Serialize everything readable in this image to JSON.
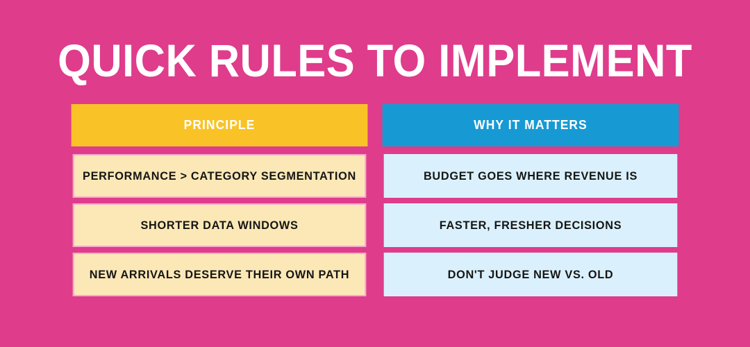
{
  "slide": {
    "title": "QUICK RULES TO IMPLEMENT",
    "background_color": "#df3c8c",
    "title_color": "#ffffff"
  },
  "table": {
    "headers": [
      {
        "label": "PRINCIPLE",
        "background_color": "#f9c327",
        "text_color": "#ffffff"
      },
      {
        "label": "WHY IT MATTERS",
        "background_color": "#179ad4",
        "text_color": "#ffffff"
      }
    ],
    "rows": [
      {
        "principle": "PERFORMANCE > CATEGORY SEGMENTATION",
        "why_it_matters": "BUDGET GOES WHERE REVENUE IS"
      },
      {
        "principle": "SHORTER DATA WINDOWS",
        "why_it_matters": "FASTER, FRESHER DECISIONS"
      },
      {
        "principle": "NEW ARRIVALS DESERVE THEIR OWN PATH",
        "why_it_matters": "DON'T JUDGE NEW VS. OLD"
      }
    ],
    "cell_colors": {
      "principle_background": "#fce8b6",
      "principle_border": "#f6a9ce",
      "why_background": "#daf1fd",
      "text_color": "#151515"
    }
  }
}
